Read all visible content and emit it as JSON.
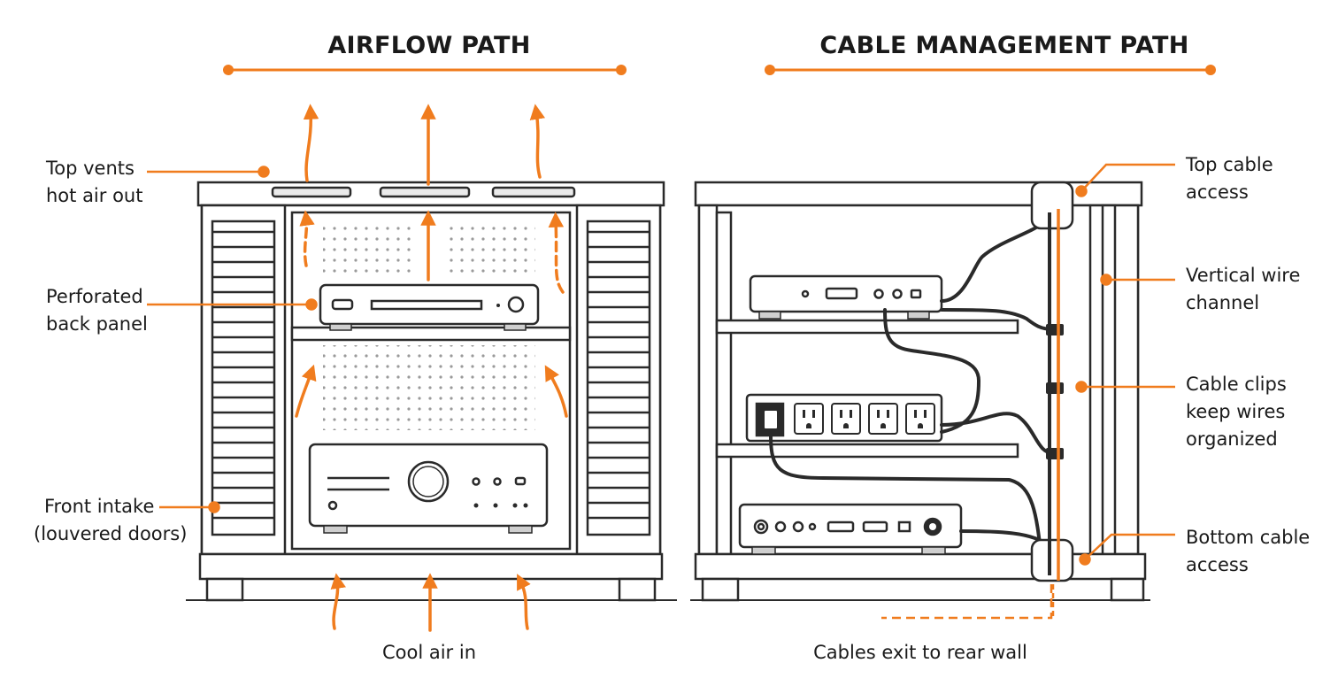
{
  "accent_color": "#f07c1e",
  "line_color": "#2a2a2a",
  "titles": {
    "airflow": "AIRFLOW PATH",
    "cable": "CABLE MANAGEMENT PATH"
  },
  "airflow_labels": {
    "top_vents": [
      "Top vents",
      "hot air out"
    ],
    "perforated": [
      "Perforated",
      "back panel"
    ],
    "front_intake": [
      "Front intake",
      "(louvered doors)"
    ],
    "cool_air": "Cool air in"
  },
  "cable_labels": {
    "top_access": [
      "Top cable",
      "access"
    ],
    "vertical_channel": [
      "Vertical wire",
      "channel"
    ],
    "clips": [
      "Cable clips",
      "keep wires",
      "organized"
    ],
    "bottom_access": [
      "Bottom cable",
      "access"
    ],
    "exit": "Cables exit to rear wall"
  },
  "icons": [
    "arrow-up-icon",
    "power-outlet-icon",
    "power-plug-icon",
    "hdmi-port-icon",
    "knob-icon",
    "cable-clip-icon"
  ]
}
